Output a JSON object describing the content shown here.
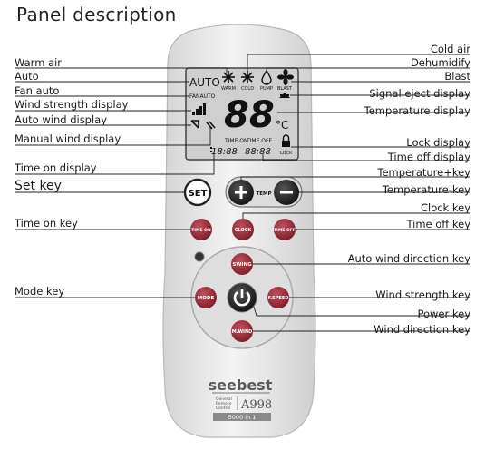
{
  "title": "Panel description",
  "labels": {
    "warm_air": "Warm air",
    "auto": "Auto",
    "fan_auto": "Fan auto",
    "wind_strength_display": "Wind strength display",
    "auto_wind_display": "Auto wind display",
    "manual_wind_display": "Manual wind display",
    "time_on_display": "Time on display",
    "set_key": "Set key",
    "time_on_key": "Time on key",
    "mode_key": "Mode key",
    "cold_air": "Cold air",
    "dehumidify": "Dehumidify",
    "blast": "Blast",
    "signal_eject_display": "Signal eject display",
    "temperature_display": "Temperature display",
    "lock_display": "Lock display",
    "time_off_display": "Time off display",
    "temperature_plus_key": "Temperature+key",
    "temperature_minus_key": "Temperature-key",
    "clock_key": "Clock key",
    "time_off_key": "Time off key",
    "auto_wind_direction_key": "Auto wind direction key",
    "wind_strength_key": "Wind strength key",
    "power_key": "Power key",
    "wind_direction_key": "Wind direction key"
  },
  "lcd": {
    "auto": "AUTO",
    "warm": "WARM",
    "cold": "COLD",
    "pump": "PUMP",
    "blast": "BLAST",
    "fan_auto": "FANAUTO",
    "temp_digits": "88",
    "temp_unit": "°C",
    "time_on": "TIME ON",
    "time_off": "TIME OFF",
    "time_on_digits": "18:88",
    "time_off_digits": "88:88",
    "lock": "LOCK"
  },
  "buttons": {
    "set": "SET",
    "temp": "TEMP",
    "time_on": "TIME ON",
    "clock": "CLOCK",
    "time_off": "TIME OFF",
    "swing": "SWING",
    "mode": "MODE",
    "fan_speed": "F.SPEED",
    "m_wind": "M.WIND"
  },
  "brand": {
    "name": "seebest",
    "small_lines": [
      "General",
      "Remote",
      "Control"
    ],
    "model": "A998",
    "tagline": "5000 in 1"
  },
  "colors": {
    "remote_body": "#e9e9e9",
    "button_red": "#9a2a35",
    "button_dark": "#1e1e1e",
    "lcd_bg": "#cfcfcf"
  }
}
